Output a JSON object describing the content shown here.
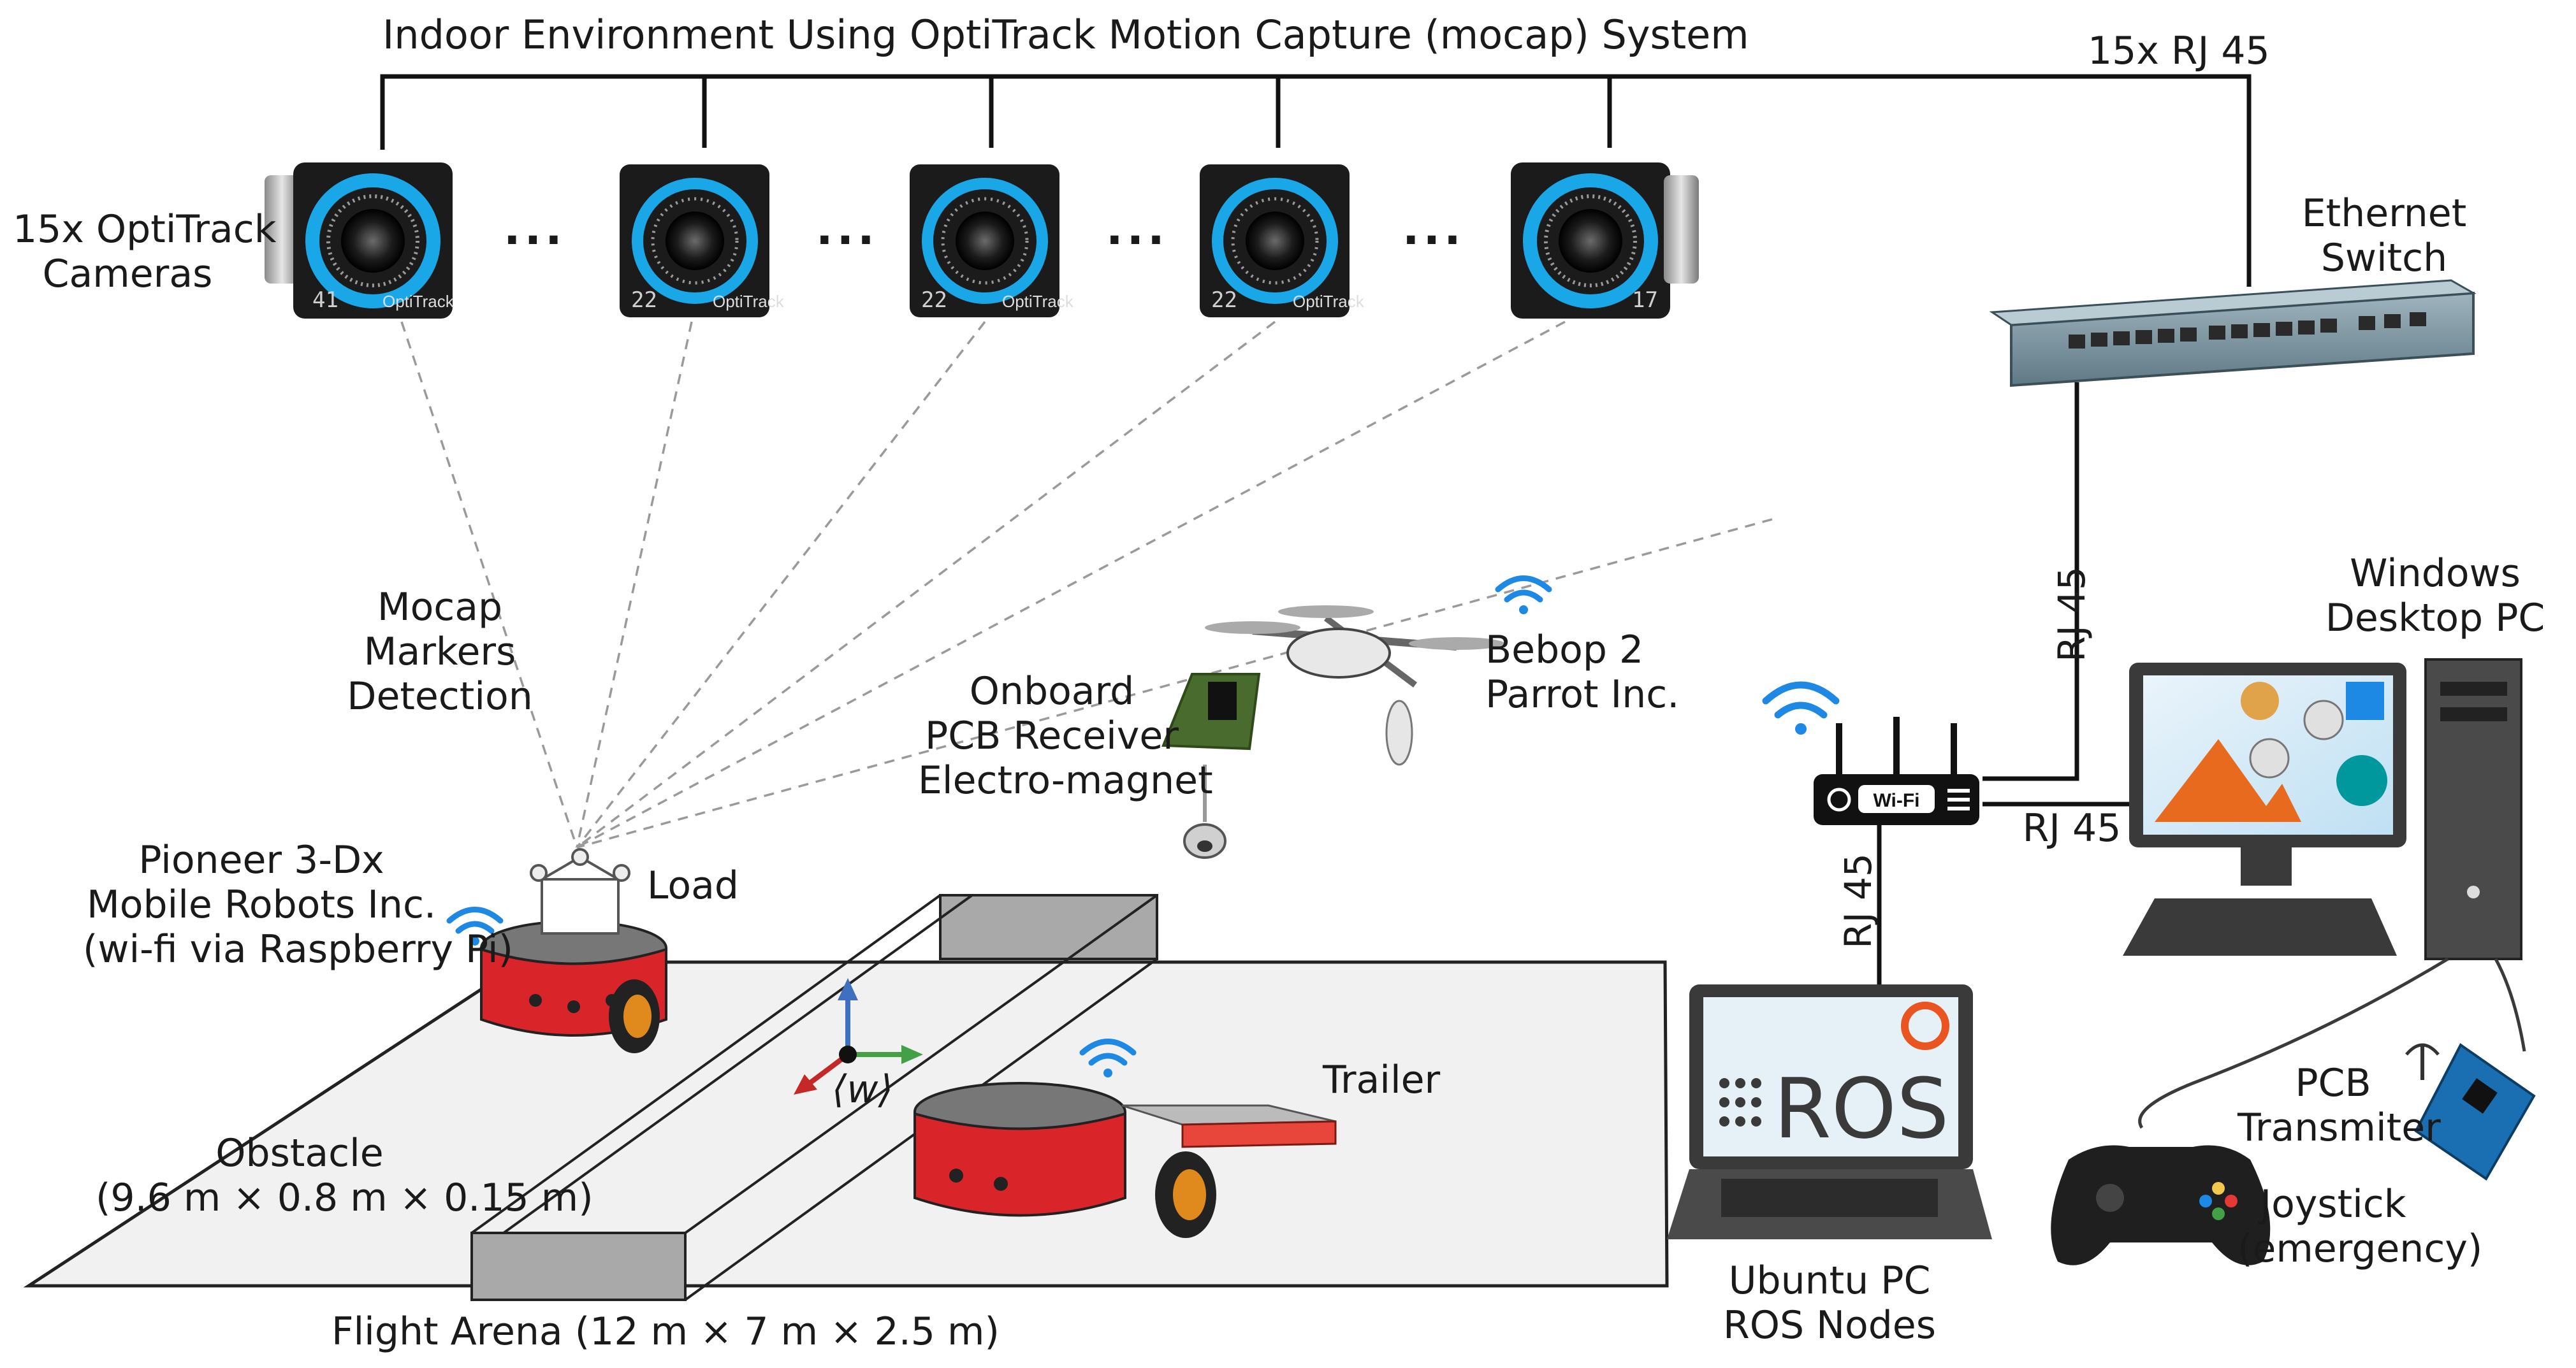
{
  "title": "Indoor Environment Using OptiTrack Motion Capture (mocap) System",
  "cameras": {
    "label_line1": "15x OptiTrack",
    "label_line2": "Cameras",
    "brand": "OptiTrack",
    "numbers": [
      "41",
      "22",
      "22",
      "22",
      "17"
    ],
    "ellipsis": "..."
  },
  "network": {
    "rj45_cameras": "15x RJ 45",
    "switch_line1": "Ethernet",
    "switch_line2": "Switch",
    "rj45_switch_router": "RJ 45",
    "rj45_router_pc": "RJ 45",
    "rj45_router_laptop": "RJ 45",
    "wifi_label": "Wi-Fi"
  },
  "mocap": {
    "line1": "Mocap",
    "line2": "Markers",
    "line3": "Detection"
  },
  "drone": {
    "line1": "Bebop 2",
    "line2": "Parrot Inc."
  },
  "onboard": {
    "line1": "Onboard",
    "line2": "PCB Receiver",
    "line3": "Electro-magnet"
  },
  "pioneer": {
    "line1": "Pioneer 3-Dx",
    "line2": "Mobile Robots Inc.",
    "line3": "(wi-fi via Raspberry Pi)"
  },
  "load_label": "Load",
  "trailer_label": "Trailer",
  "frame_label": "⟨w⟩",
  "obstacle": {
    "line1": "Obstacle",
    "line2": "(9.6 m × 0.8 m × 0.15 m)"
  },
  "arena_label": "Flight Arena (12 m × 7 m × 2.5 m)",
  "windows_pc": {
    "line1": "Windows",
    "line2": "Desktop PC"
  },
  "ubuntu": {
    "screen_text": "ROS",
    "line1": "Ubuntu PC",
    "line2": "ROS Nodes"
  },
  "pcb_transmitter": {
    "line1": "PCB",
    "line2": "Transmiter"
  },
  "joystick": {
    "line1": "Joystick",
    "line2": "(emergency)"
  },
  "colors": {
    "camera_ring": "#19a7e8",
    "robot_red": "#d9252a",
    "arena_fill": "#f2f2f2",
    "wifi_blue": "#1e88e5",
    "axis_red": "#c62828",
    "axis_green": "#43a047",
    "axis_blue": "#3f6fbf"
  }
}
